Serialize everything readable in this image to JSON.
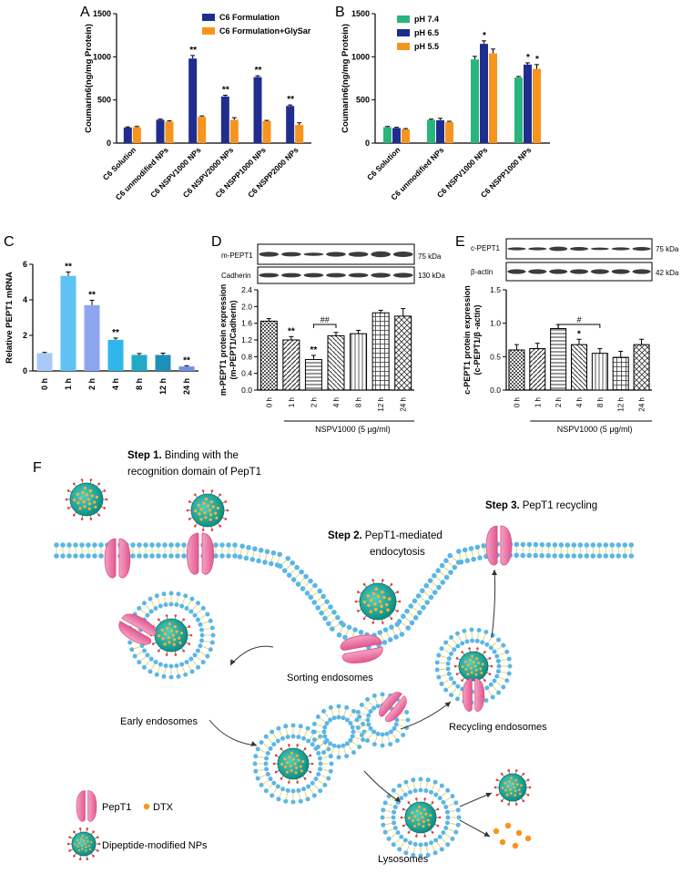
{
  "panels": {
    "A": "A",
    "B": "B",
    "C": "C",
    "D": "D",
    "E": "E",
    "F": "F"
  },
  "colors": {
    "navy": "#1f2d8f",
    "orange": "#f7941d",
    "green": "#2ab57d",
    "membrane_head": "#5bb6e6",
    "membrane_tail": "#e6d24a",
    "np_core": "#1aa59a",
    "pept1": "#f07aa8",
    "dtx": "#f7941d"
  },
  "chart_data": [
    {
      "id": "A",
      "type": "bar",
      "ylabel": "Coumarin6(ng/mg Protein)",
      "ylim": [
        0,
        1500
      ],
      "yticks": [
        0,
        500,
        1000,
        1500
      ],
      "categories": [
        "C6 Solution",
        "C6 unmodified NPs",
        "C6 NSPV1000 NPs",
        "C6 NSPV2000 NPs",
        "C6 NSPP1000 NPs",
        "C6 NSPP2000 NPs"
      ],
      "series": [
        {
          "name": "C6 Formulation",
          "color": "#1f2d8f",
          "values": [
            180,
            270,
            980,
            540,
            765,
            430
          ],
          "errors": [
            8,
            8,
            35,
            15,
            15,
            12
          ],
          "marks": [
            "",
            "",
            "**",
            "**",
            "**",
            "**"
          ]
        },
        {
          "name": "C6 Formulation+GlySar",
          "color": "#f7941d",
          "values": [
            185,
            250,
            305,
            270,
            255,
            210
          ],
          "errors": [
            8,
            8,
            10,
            25,
            8,
            25
          ],
          "marks": [
            "",
            "",
            "",
            "",
            "",
            ""
          ]
        }
      ]
    },
    {
      "id": "B",
      "type": "bar",
      "ylabel": "Coumarin6(ng/mg Protein)",
      "ylim": [
        0,
        1500
      ],
      "yticks": [
        0,
        500,
        1000,
        1500
      ],
      "categories": [
        "C6 Solution",
        "C6 unmodified NPs",
        "C6 NSPV1000 NPs",
        "C6 NSPP1000 NPs"
      ],
      "series": [
        {
          "name": "pH 7.4",
          "color": "#2ab57d",
          "values": [
            185,
            270,
            970,
            760
          ],
          "errors": [
            8,
            8,
            35,
            12
          ],
          "marks": [
            "",
            "",
            "",
            ""
          ]
        },
        {
          "name": "pH 6.5",
          "color": "#1f2d8f",
          "values": [
            175,
            265,
            1150,
            910
          ],
          "errors": [
            8,
            22,
            35,
            20
          ],
          "marks": [
            "",
            "",
            "*",
            "*"
          ]
        },
        {
          "name": "pH 5.5",
          "color": "#f7941d",
          "values": [
            160,
            245,
            1040,
            860
          ],
          "errors": [
            8,
            8,
            50,
            50
          ],
          "marks": [
            "",
            "",
            "",
            "*"
          ]
        }
      ]
    },
    {
      "id": "C",
      "type": "bar",
      "ylabel": "Relative PEPT1 mRNA",
      "ylim": [
        0,
        6
      ],
      "yticks": [
        0,
        2,
        4,
        6
      ],
      "categories": [
        "0 h",
        "1 h",
        "2 h",
        "4 h",
        "8 h",
        "12 h",
        "24 h"
      ],
      "values": [
        1.0,
        5.35,
        3.7,
        1.75,
        0.9,
        0.9,
        0.25
      ],
      "errors": [
        0.04,
        0.22,
        0.28,
        0.1,
        0.08,
        0.1,
        0.04
      ],
      "marks": [
        "",
        "**",
        "**",
        "**",
        "",
        "",
        "**"
      ],
      "colors": [
        "#a9c9f7",
        "#5ec3f4",
        "#8ea6f0",
        "#30b6ea",
        "#22a9c8",
        "#1e8fb8",
        "#6f8fe8"
      ]
    },
    {
      "id": "D",
      "type": "bar",
      "ylabel": "m-PEPT1 protein expression (m-PEPT1/Cadherin)",
      "ylim": [
        0,
        2.4
      ],
      "yticks": [
        0.0,
        0.4,
        0.8,
        1.2,
        1.6,
        2.0,
        2.4
      ],
      "categories": [
        "0 h",
        "1 h",
        "2 h",
        "4 h",
        "8 h",
        "12 h",
        "24 h"
      ],
      "values": [
        1.65,
        1.2,
        0.73,
        1.3,
        1.35,
        1.85,
        1.77
      ],
      "errors": [
        0.06,
        0.08,
        0.1,
        0.08,
        0.08,
        0.06,
        0.18
      ],
      "marks": [
        "",
        "**",
        "**",
        "",
        "",
        "",
        ""
      ],
      "bracket": {
        "from": 2,
        "to": 3,
        "label": "##"
      },
      "treatment": "NSPV1000 (5 μg/ml)",
      "blot_labels": [
        "m-PEPT1",
        "Cadherin"
      ],
      "blot_sizes": [
        "75 kDa",
        "130 kDa"
      ]
    },
    {
      "id": "E",
      "type": "bar",
      "ylabel": "c-PEPT1 protein expression (c-PEPT1/β -actin)",
      "ylim": [
        0,
        1.5
      ],
      "yticks": [
        0.0,
        0.5,
        1.0,
        1.5
      ],
      "categories": [
        "0 h",
        "1 h",
        "2 h",
        "4 h",
        "8 h",
        "12 h",
        "24 h"
      ],
      "values": [
        0.6,
        0.62,
        0.92,
        0.68,
        0.55,
        0.49,
        0.68
      ],
      "errors": [
        0.08,
        0.08,
        0.06,
        0.08,
        0.07,
        0.09,
        0.08
      ],
      "marks": [
        "",
        "",
        "",
        "*",
        "",
        "",
        ""
      ],
      "bracket": {
        "from": 2,
        "to": 4,
        "label": "#"
      },
      "treatment": "NSPV1000 (5 μg/ml)",
      "blot_labels": [
        "c-PEPT1",
        "β-actin"
      ],
      "blot_sizes": [
        "75 kDa",
        "42 kDa"
      ]
    }
  ],
  "diagram": {
    "step1": "Step 1.",
    "step1_text_a": "Binding with the",
    "step1_text_b": "recognition domain of PepT1",
    "step2": "Step 2.",
    "step2_text_a": "PepT1-mediated",
    "step2_text_b": "endocytosis",
    "step3": "Step 3.",
    "step3_text": "PepT1 recycling",
    "sorting": "Sorting endosomes",
    "early": "Early endosomes",
    "recycling": "Recycling endosomes",
    "lysosomes": "Lysosomes",
    "legend_pept1": "PepT1",
    "legend_dtx": "DTX",
    "legend_np": "Dipeptide-modified NPs"
  }
}
